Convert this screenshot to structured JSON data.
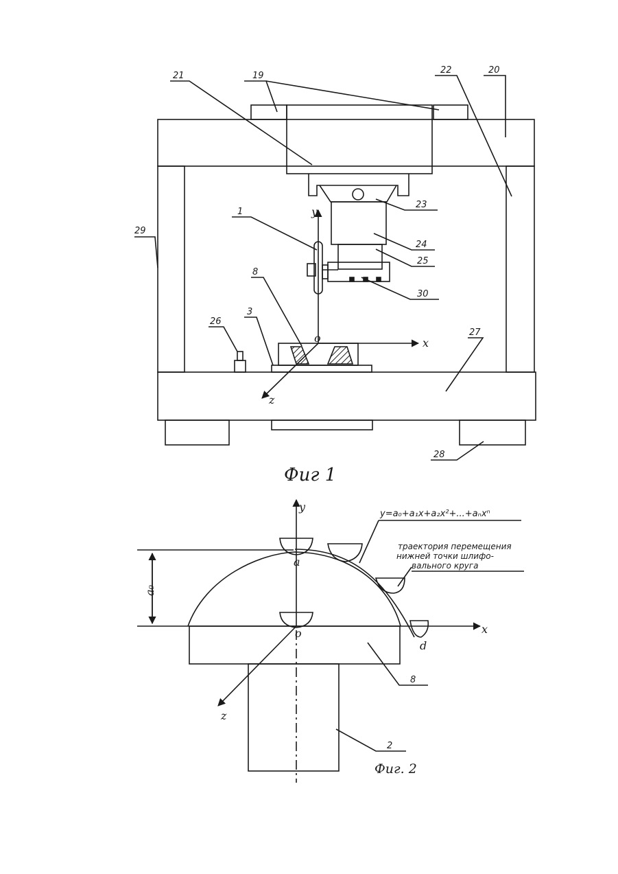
{
  "figure1": {
    "caption": "Фиг 1",
    "labels": {
      "l1": "1",
      "l3": "3",
      "l8": "8",
      "l19": "19",
      "l20": "20",
      "l21": "21",
      "l22": "22",
      "l23": "23",
      "l24": "24",
      "l25": "25",
      "l26": "26",
      "l27": "27",
      "l28": "28",
      "l29": "29",
      "l30": "30"
    },
    "axes": {
      "y": "y",
      "x": "x",
      "z": "z",
      "origin": "o"
    }
  },
  "figure2": {
    "caption": "Фиг. 2",
    "formula": "y=a₀+a₁x+a₂x²+...+aₙxⁿ",
    "note_lines": [
      "траектория перемещения",
      "нижней точки шлифо-",
      "вального круга"
    ],
    "axes": {
      "y": "y",
      "x": "x",
      "z": "z",
      "origin": "o"
    },
    "points": {
      "a": "a",
      "d": "d"
    },
    "dimension": "a₀",
    "labels": {
      "l8": "8",
      "l2": "2"
    }
  },
  "colors": {
    "ink": "#1a1a1a",
    "paper": "#ffffff"
  }
}
